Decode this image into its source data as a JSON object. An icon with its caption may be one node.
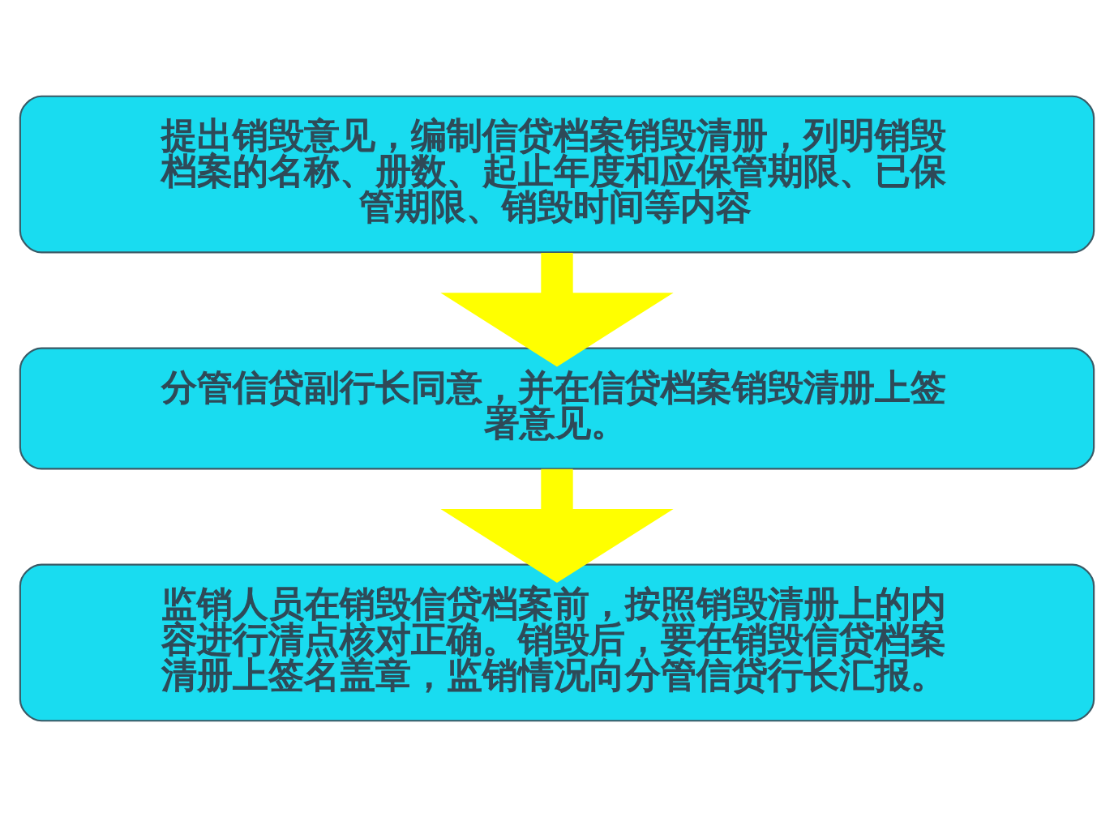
{
  "diagram": {
    "nodes": [
      {
        "text": [
          "提出销毁意见，编制信贷档案销毁清册，列明销毁档案的名称、册数、起止年度和应保管期限、已保管期限、销毁时间等内容"
        ]
      },
      {
        "text": [
          "分管信贷副行长同意，并在信贷档案销毁清册上签署意见。"
        ]
      },
      {
        "text": [
          "监销人员在销毁信贷档案前，按照销毁清册上的内容进行清点核对正确。销毁后，要在销毁信贷档案清册上签名盖章，监销情况向分管信贷行长汇报。"
        ]
      }
    ],
    "edges": [
      {
        "from": 0,
        "to": 1,
        "arrow": "to"
      },
      {
        "from": 1,
        "to": 2,
        "arrow": "to"
      }
    ]
  }
}
